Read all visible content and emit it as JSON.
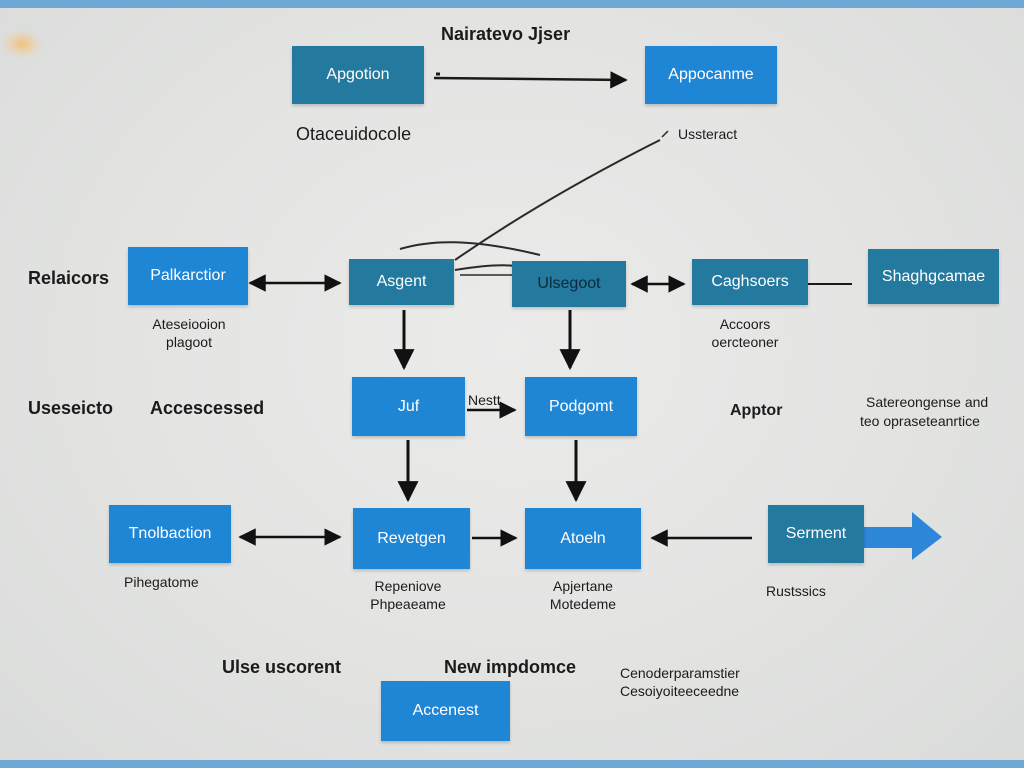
{
  "diagram": {
    "title": "Nairatevo Jjser",
    "boxes": {
      "apgotion": "Apgotion",
      "appocanme": "Appocanme",
      "palkarctior": "Palkarctior",
      "asgent": "Asgent",
      "ulsegoot": "Ulsegoot",
      "caghsoers": "Caghsoers",
      "shaghgcamae": "Shaghgcamae",
      "juf": "Juf",
      "podgomt": "Podgomt",
      "tnolbaction": "Tnolbaction",
      "revetgen": "Revetgen",
      "atoeln": "Atoeln",
      "serment": "Serment",
      "accenest": "Accenest"
    },
    "labels": {
      "otaceuidocole": "Otaceuidocole",
      "ussteract": "Ussteract",
      "relaicors": "Relaicors",
      "ateseiooion": "Ateseiooion",
      "plagoot": "plagoot",
      "accoors": "Accoors",
      "oercteoner": "oercteoner",
      "useseicto": "Useseicto",
      "accescessed": "Accescessed",
      "nestt": "Nestt",
      "apptor": "Apptor",
      "satereongense_line1": "Satereongense and",
      "satereongense_line2": "teo opraseteanrtice",
      "pihegatome": "Pihegatome",
      "repeniove": "Repeniove",
      "phpeaeame": "Phpeaeame",
      "apjertane": "Apjertane",
      "motedeme": "Motedeme",
      "rustssics": "Rustssics",
      "ulse_uscorent": "Ulse uscorent",
      "new_impdomce": "New impdomce",
      "cenoderparamstier": "Cenoderparamstier",
      "cesoiyoiteeceedne": "Cesoiyoiteeceedne"
    }
  },
  "colors": {
    "box_bright": "#1f86d6",
    "box_teal": "#24799f",
    "accent_bar": "#6ea9d6",
    "arrow_blue": "#2e86d8"
  }
}
